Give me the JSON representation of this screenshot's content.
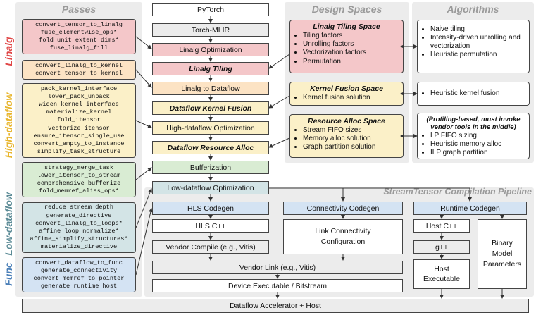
{
  "panels": {
    "passes": "Passes",
    "design_spaces": "Design Spaces",
    "algorithms": "Algorithms",
    "pipeline": "StreamTensor Compilation Pipeline"
  },
  "stages": {
    "linalg": {
      "label": "Linalg",
      "color": "#e04646"
    },
    "high_dataflow": {
      "label": "High-dataflow",
      "color": "#e8b52c"
    },
    "low_dataflow": {
      "label": "Low-dataflow",
      "color": "#5a8a95"
    },
    "func": {
      "label": "Func",
      "color": "#4a7fb8"
    }
  },
  "pass_groups": [
    {
      "lines": [
        "convert_tensor_to_linalg",
        "fuse_elementwise_ops*",
        "fold_unit_extent_dims*",
        "fuse_linalg_fill"
      ]
    },
    {
      "lines": [
        "convert_linalg_to_kernel",
        "convert_tensor_to_kernel"
      ]
    },
    {
      "lines": [
        "pack_kernel_interface",
        "lower_pack_unpack",
        "widen_kernel_interface",
        "materialize_kernel",
        "fold_itensor",
        "vectorize_itensor",
        "ensure_itensor_single_use",
        "convert_empty_to_instance",
        "simplify_task_structure"
      ]
    },
    {
      "lines": [
        "strategy_merge_task",
        "lower_itensor_to_stream",
        "comprehensive_bufferize",
        "fold_memref_alias_ops*"
      ]
    },
    {
      "lines": [
        "reduce_stream_depth",
        "generate_directive",
        "convert_linalg_to_loops*",
        "affine_loop_normalize*",
        "affine_simplify_structures*",
        "materialize_directive"
      ]
    },
    {
      "lines": [
        "convert_dataflow_to_func",
        "generate_connectivity",
        "convert_memref_to_pointer",
        "generate_runtime_host"
      ]
    }
  ],
  "pipeline": {
    "pytorch": "PyTorch",
    "torch_mlir": "Torch-MLIR",
    "linalg_opt": "Linalg Optimization",
    "linalg_tiling": "Linalg Tiling",
    "linalg_to_dataflow": "Linalg to Dataflow",
    "dataflow_kernel_fusion": "Dataflow Kernel Fusion",
    "high_dataflow_opt": "High-dataflow Optimization",
    "dataflow_resource_alloc": "Dataflow Resource Alloc",
    "bufferization": "Bufferization",
    "low_dataflow_opt": "Low-dataflow Optimization",
    "hls_codegen": "HLS Codegen",
    "connectivity_codegen": "Connectivity Codegen",
    "runtime_codegen": "Runtime Codegen",
    "hls_cpp": "HLS C++",
    "link_connectivity_config": [
      "Link Connectivity",
      "Configuration"
    ],
    "host_cpp": "Host C++",
    "gpp": "g++",
    "host_executable": [
      "Host",
      "Executable"
    ],
    "binary_model_params": [
      "Binary",
      "Model",
      "Parameters"
    ],
    "vendor_compile": "Vendor Compile (e.g., Vitis)",
    "vendor_link": "Vendor Link (e.g., Vitis)",
    "device_executable": "Device Executable / Bitstream",
    "accelerator": "Dataflow Accelerator + Host"
  },
  "design_spaces": [
    {
      "title": "Linalg Tiling Space",
      "items": [
        "Tiling factors",
        "Unrolling factors",
        "Vectorization factors",
        "Permutation"
      ]
    },
    {
      "title": "Kernel Fusion Space",
      "items": [
        "Kernel fusion solution"
      ]
    },
    {
      "title": "Resource Alloc Space",
      "items": [
        "Stream FIFO sizes",
        "Memory alloc solution",
        "Graph partition solution"
      ]
    }
  ],
  "algorithms": [
    {
      "header": [],
      "items": [
        "Naive tiling",
        "Intensity-driven unrolling and vectorization",
        "Heuristic permutation"
      ]
    },
    {
      "header": [],
      "items": [
        "Heuristic kernel fusion"
      ]
    },
    {
      "header": [
        "(Profiling-based, must invoke",
        "vendor tools in the middle)"
      ],
      "items": [
        "LP FIFO sizing",
        "Heuristic memory alloc",
        "ILP graph partition"
      ]
    }
  ]
}
